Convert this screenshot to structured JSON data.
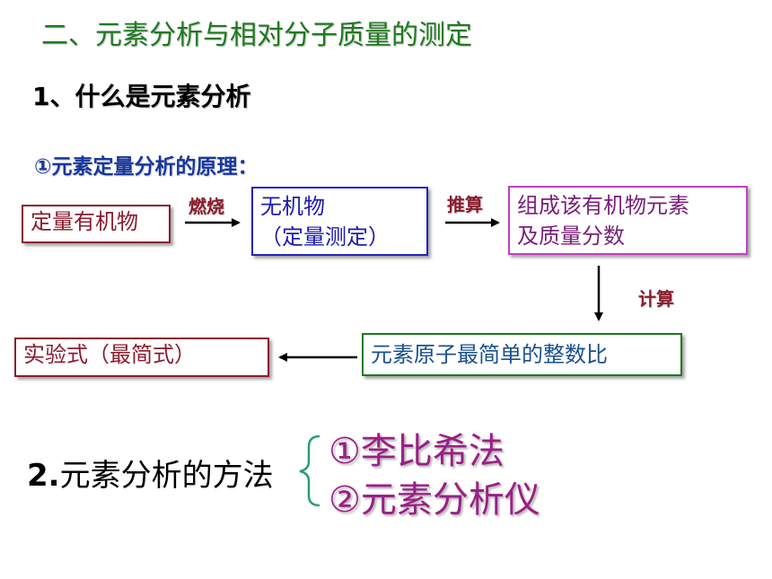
{
  "title": "二、元素分析与相对分子质量的测定",
  "section1": {
    "heading": "1、什么是元素分析"
  },
  "principle": {
    "label": "①元素定量分析的原理："
  },
  "flow": {
    "box_organic": "定量有机物",
    "box_inorganic": {
      "line1": "无机物",
      "line2": "（定量测定）"
    },
    "box_composition": {
      "line1": "组成该有机物元素",
      "line2": "及质量分数"
    },
    "box_ratio": "元素原子最简单的整数比",
    "box_empirical": "实验式（最简式）",
    "arrow_burn": "燃烧",
    "arrow_infer": "推算",
    "arrow_calc": "计算"
  },
  "section2": {
    "number": "2.",
    "label": "元素分析的方法",
    "methods": [
      "①李比希法",
      "②元素分析仪"
    ]
  },
  "colors": {
    "title": "#1f7a1f",
    "principle": "#17379e",
    "brace": "#2e9a7a",
    "methods": "#9a1f86"
  }
}
